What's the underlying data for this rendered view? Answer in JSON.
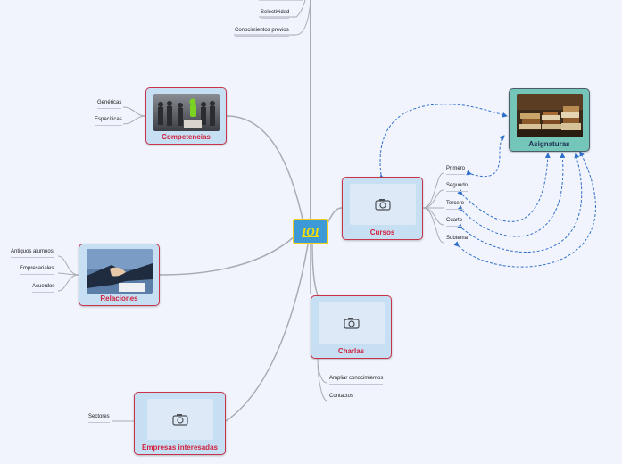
{
  "center": {
    "label": "IOI"
  },
  "top_items": [
    "Selectividad",
    "Conocimientos previos"
  ],
  "competencias": {
    "title": "Competencias",
    "image": "people-crowd-photo",
    "items": [
      "Genéricas",
      "Específicas"
    ]
  },
  "relaciones": {
    "title": "Relaciones",
    "image": "handshake-photo",
    "items": [
      "Antiguos alumnos",
      "Empresariales",
      "Acuerdos"
    ]
  },
  "empresas": {
    "title": "Empresas interesadas",
    "image": "camera-icon",
    "items": [
      "Sectores"
    ]
  },
  "cursos": {
    "title": "Cursos",
    "image": "camera-icon",
    "items": [
      "Primero",
      "Segundo",
      "Tercero",
      "Cuarto",
      "Subtema"
    ]
  },
  "charlas": {
    "title": "Charlas",
    "image": "camera-icon",
    "items": [
      "Ampliar conocimientos",
      "Contactos"
    ]
  },
  "asignaturas": {
    "title": "Asignaturas",
    "image": "books-photo"
  },
  "colors": {
    "background": "#f1f4fd",
    "node_fill": "#c7dff3",
    "node_border": "#c9334a",
    "node_label": "#d0223f",
    "center_fill": "#3d9ad6",
    "center_border": "#f2cf1d",
    "center_text": "#f6e000",
    "teal_fill": "#74c6b9",
    "relation_line": "#2f6fc9",
    "connector": "#a9acb2"
  }
}
